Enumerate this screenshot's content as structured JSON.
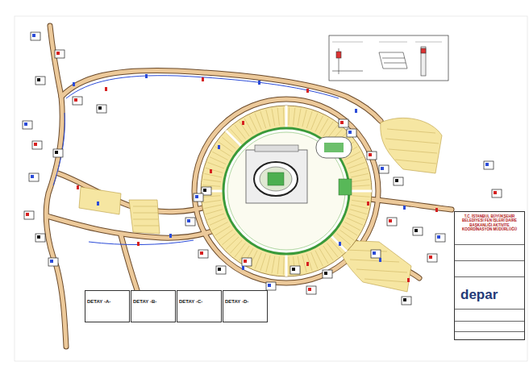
{
  "diagram": {
    "nodes": [
      {
        "text": [
          "T.C. İSTANBUL BÜYÜKŞEHİR BELEDİYESİ FEN İŞLERİ DAİRE BAŞKANLIĞI AKTİVİTE KOORDİNASYON MÜDÜRLÜĞÜ"
        ]
      },
      {
        "text": [
          "depar"
        ],
        "in": 0
      },
      {
        "text": [
          "DETAY -A-"
        ]
      },
      {
        "text": [
          "DETAY -B-"
        ]
      },
      {
        "text": [
          "DETAY -C-"
        ]
      },
      {
        "text": [
          "DETAY -D-"
        ]
      }
    ]
  }
}
